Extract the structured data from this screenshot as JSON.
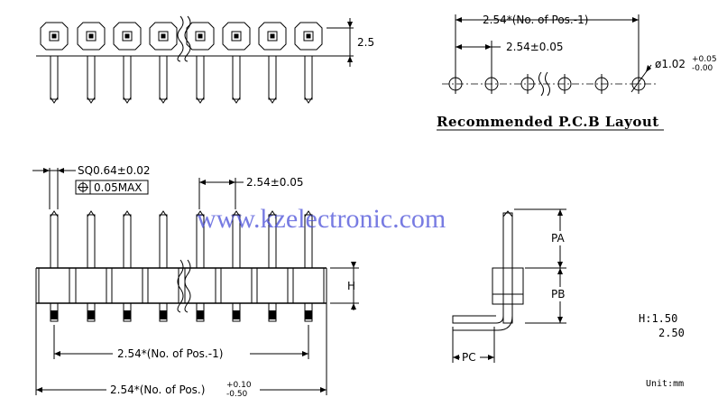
{
  "top_view": {
    "height_dim": "2.5"
  },
  "pcb_layout": {
    "title": "Recommended P.C.B Layout",
    "overall_pitch": "2.54*(No. of Pos.-1)",
    "pitch": "2.54±0.05",
    "hole_dia_main": "ø1.02",
    "hole_dia_tol_plus": "+0.05",
    "hole_dia_tol_minus": "-0.00"
  },
  "front_view": {
    "pin_size": "SQ0.64±0.02",
    "position_tolerance": "0.05MAX",
    "pitch": "2.54±0.05",
    "height_label": "H",
    "span_pitch": "2.54*(No. of Pos.-1)",
    "overall_length_main": "2.54*(No. of Pos.)",
    "overall_tol_plus": "+0.10",
    "overall_tol_minus": "-0.50"
  },
  "side_view": {
    "pa_label": "PA",
    "pb_label": "PB",
    "pc_label": "PC"
  },
  "h_values": {
    "label": "H:1.50",
    "second": "2.50"
  },
  "unit": "Unit:mm",
  "watermark": "www.kzelectronic.com"
}
